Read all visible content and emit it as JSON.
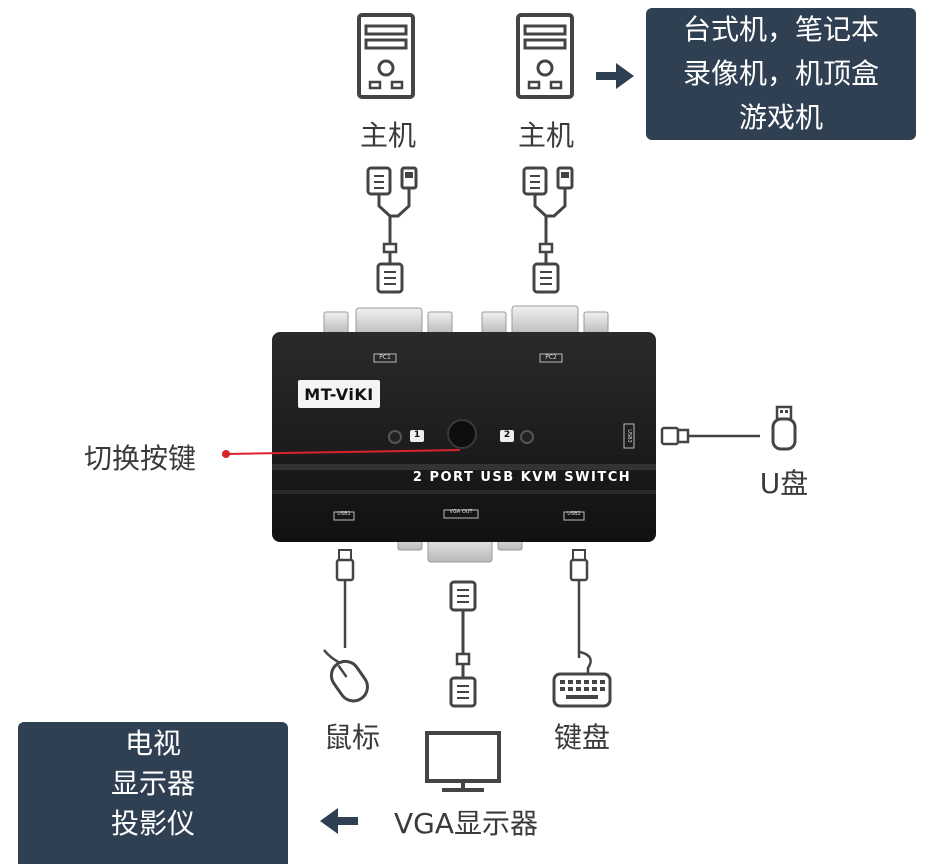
{
  "hosts": [
    {
      "label": "主机"
    },
    {
      "label": "主机"
    }
  ],
  "source_box": {
    "lines": [
      "台式机，笔记本",
      "录像机，机顶盒",
      "游戏机"
    ]
  },
  "output_box": {
    "lines": [
      "电视",
      "显示器",
      "投影仪"
    ]
  },
  "device": {
    "brand": "MT-ViKI",
    "title": "2 PORT USB KVM SWITCH",
    "port_pc1": "PC1",
    "port_pc2": "PC2",
    "port_usb1": "USB1",
    "port_usb2": "USB2",
    "port_usb3": "USB3",
    "port_vga_out": "VGA OUT",
    "led1": "1",
    "led2": "2"
  },
  "labels": {
    "switch_button": "切换按键",
    "usb_drive": "U盘",
    "mouse": "鼠标",
    "keyboard": "键盘",
    "vga_display": "VGA显示器"
  },
  "colors": {
    "box_bg": "#2f4053",
    "pointer_red": "#d8232a",
    "device_body": "#1b1b1b"
  }
}
